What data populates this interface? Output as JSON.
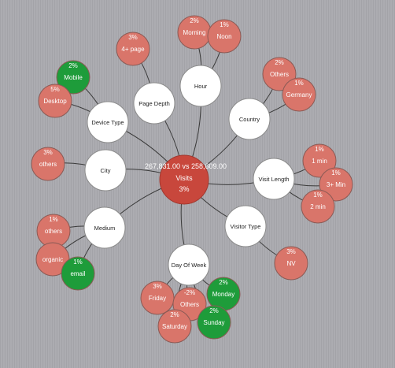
{
  "colors": {
    "background": "#acacb1",
    "center": "#c8473c",
    "dimension": "#ffffff",
    "negative": "#d9756a",
    "positive": "#1e9c3a",
    "link": "#3a3a3a"
  },
  "center": {
    "name": "Visits",
    "comparison": "267,831.00 vs 258,609.00",
    "change": "3%"
  },
  "dimensions": [
    {
      "id": "device-type",
      "label": "Device Type"
    },
    {
      "id": "page-depth",
      "label": "Page Depth"
    },
    {
      "id": "hour",
      "label": "Hour"
    },
    {
      "id": "country",
      "label": "Country"
    },
    {
      "id": "city",
      "label": "City"
    },
    {
      "id": "visit-length",
      "label": "Visit Length"
    },
    {
      "id": "medium",
      "label": "Medium"
    },
    {
      "id": "visitor-type",
      "label": "Visitor Type"
    },
    {
      "id": "day-of-week",
      "label": "Day Of Week"
    }
  ],
  "leaves": [
    {
      "id": "mobile",
      "parent": "device-type",
      "label": "Mobile",
      "change": "2%",
      "trend": "positive"
    },
    {
      "id": "desktop",
      "parent": "device-type",
      "label": "Desktop",
      "change": "5%",
      "trend": "negative"
    },
    {
      "id": "4plus-page",
      "parent": "page-depth",
      "label": "4+ page",
      "change": "3%",
      "trend": "negative"
    },
    {
      "id": "morning",
      "parent": "hour",
      "label": "Morning",
      "change": "2%",
      "trend": "negative"
    },
    {
      "id": "noon",
      "parent": "hour",
      "label": "Noon",
      "change": "1%",
      "trend": "negative"
    },
    {
      "id": "country-others",
      "parent": "country",
      "label": "Others",
      "change": "2%",
      "trend": "negative"
    },
    {
      "id": "germany",
      "parent": "country",
      "label": "Germany",
      "change": "1%",
      "trend": "negative"
    },
    {
      "id": "city-others",
      "parent": "city",
      "label": "others",
      "change": "3%",
      "trend": "negative"
    },
    {
      "id": "1-min",
      "parent": "visit-length",
      "label": "1 min",
      "change": "1%",
      "trend": "negative"
    },
    {
      "id": "3plus-min",
      "parent": "visit-length",
      "label": "3+ Min",
      "change": "1%",
      "trend": "negative"
    },
    {
      "id": "2-min",
      "parent": "visit-length",
      "label": "2 min",
      "change": "1%",
      "trend": "negative"
    },
    {
      "id": "medium-others",
      "parent": "medium",
      "label": "others",
      "change": "1%",
      "trend": "negative"
    },
    {
      "id": "organic",
      "parent": "medium",
      "label": "organic",
      "change": "",
      "trend": "negative"
    },
    {
      "id": "email",
      "parent": "medium",
      "label": "email",
      "change": "1%",
      "trend": "positive"
    },
    {
      "id": "nv",
      "parent": "visitor-type",
      "label": "NV",
      "change": "3%",
      "trend": "negative"
    },
    {
      "id": "friday",
      "parent": "day-of-week",
      "label": "Friday",
      "change": "3%",
      "trend": "negative"
    },
    {
      "id": "day-others",
      "parent": "day-of-week",
      "label": "Others",
      "change": "-2%",
      "trend": "negative"
    },
    {
      "id": "monday",
      "parent": "day-of-week",
      "label": "Monday",
      "change": "2%",
      "trend": "positive"
    },
    {
      "id": "saturday",
      "parent": "day-of-week",
      "label": "Saturday",
      "change": "2%",
      "trend": "negative"
    },
    {
      "id": "sunday",
      "parent": "day-of-week",
      "label": "Sunday",
      "change": "2%",
      "trend": "positive"
    }
  ]
}
